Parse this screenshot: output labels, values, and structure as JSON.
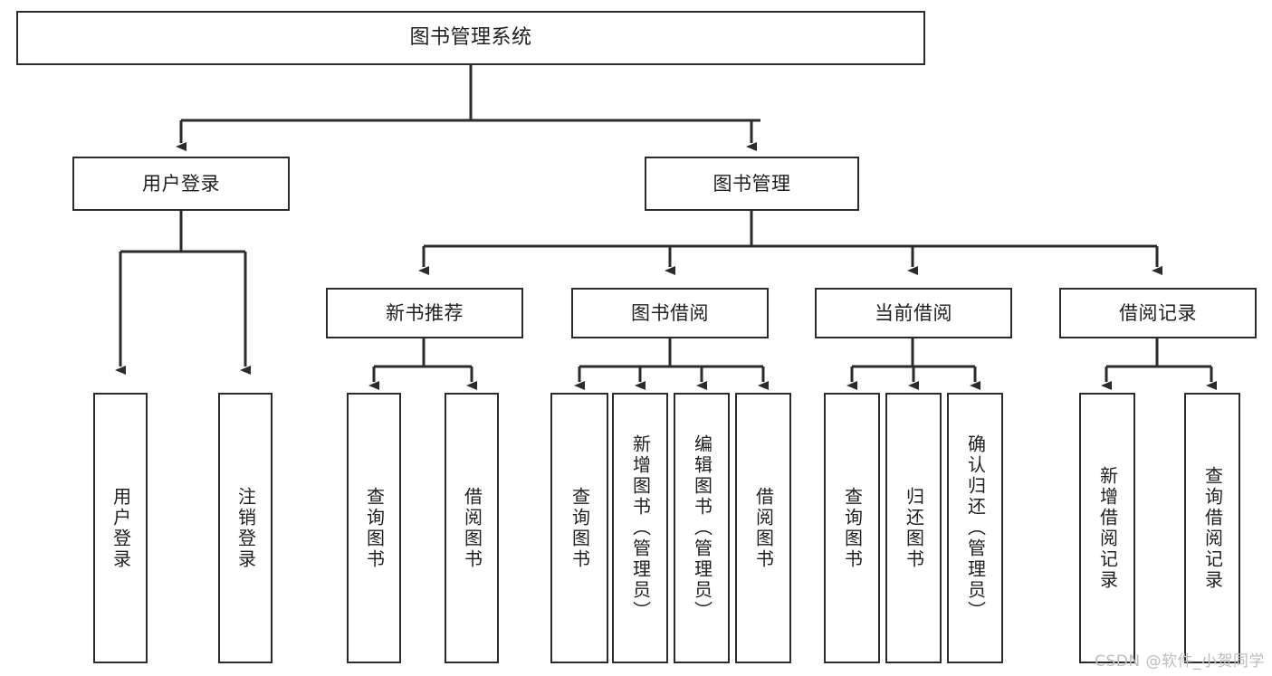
{
  "diagram": {
    "title": "图书管理系统",
    "watermark": "CSDN @软件_小贺同学",
    "root": {
      "label": "图书管理系统"
    },
    "branches": [
      {
        "label": "用户登录"
      },
      {
        "label": "图书管理"
      },
      {
        "label": "新书推荐"
      },
      {
        "label": "图书借阅"
      },
      {
        "label": "当前借阅"
      },
      {
        "label": "借阅记录"
      }
    ],
    "leaves": [
      {
        "label": "用户登录",
        "parent": "用户登录"
      },
      {
        "label": "注销登录",
        "parent": "用户登录"
      },
      {
        "label": "查询图书",
        "parent": "新书推荐"
      },
      {
        "label": "借阅图书",
        "parent": "新书推荐"
      },
      {
        "label": "查询图书",
        "parent": "图书借阅"
      },
      {
        "label": "新增图书（管理员）",
        "parent": "图书借阅"
      },
      {
        "label": "编辑图书（管理员）",
        "parent": "图书借阅"
      },
      {
        "label": "借阅图书",
        "parent": "图书借阅"
      },
      {
        "label": "查询图书",
        "parent": "当前借阅"
      },
      {
        "label": "归还图书",
        "parent": "当前借阅"
      },
      {
        "label": "确认归还（管理员）",
        "parent": "当前借阅"
      },
      {
        "label": "新增借阅记录",
        "parent": "借阅记录"
      },
      {
        "label": "查询借阅记录",
        "parent": "借阅记录"
      }
    ],
    "colors": {
      "stroke": "#2b2b2b",
      "fill": "#ffffff",
      "text": "#1f1f1f",
      "watermark": "#bdbdbd"
    }
  }
}
